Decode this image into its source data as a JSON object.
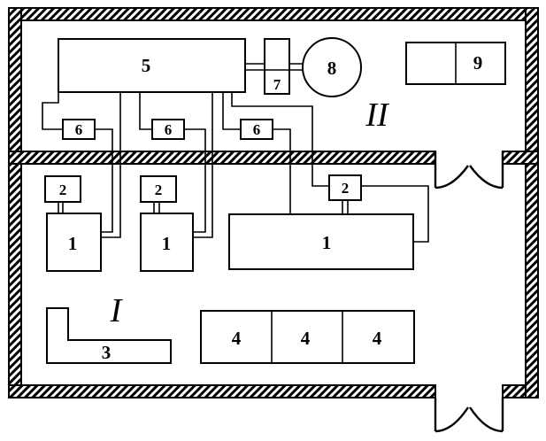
{
  "rooms": {
    "upper": {
      "label": "II"
    },
    "lower": {
      "label": "I"
    }
  },
  "equipment": {
    "unit_1_left": "1",
    "unit_1_mid": "1",
    "unit_1_right": "1",
    "unit_2_left": "2",
    "unit_2_mid": "2",
    "unit_2_right": "2",
    "unit_3": "3",
    "unit_4_a": "4",
    "unit_4_b": "4",
    "unit_4_c": "4",
    "unit_5": "5",
    "unit_6_left": "6",
    "unit_6_mid": "6",
    "unit_6_right": "6",
    "unit_7": "7",
    "unit_8": "8",
    "unit_9": "9"
  },
  "colors": {
    "ink": "#000000",
    "paper": "#ffffff"
  }
}
